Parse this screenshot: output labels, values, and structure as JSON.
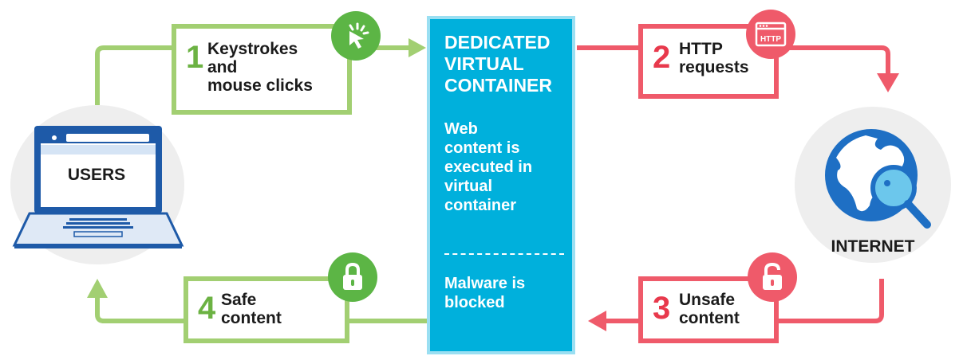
{
  "users": {
    "label": "USERS"
  },
  "internet": {
    "label": "INTERNET"
  },
  "container": {
    "title": "DEDICATED\nVIRTUAL\nCONTAINER",
    "description": "Web\ncontent is\nexecuted in\nvirtual\ncontainer",
    "blocked": "Malware is\nblocked"
  },
  "steps": [
    {
      "number": "1",
      "text": "Keystrokes\nand\nmouse clicks",
      "icon": "cursor-click-icon"
    },
    {
      "number": "2",
      "text": "HTTP\nrequests",
      "icon": "http-browser-icon",
      "icon_text": "HTTP"
    },
    {
      "number": "3",
      "text": "Unsafe\ncontent",
      "icon": "unlocked-padlock-icon"
    },
    {
      "number": "4",
      "text": "Safe\ncontent",
      "icon": "locked-padlock-icon"
    }
  ],
  "colors": {
    "safe": "#a2cf72",
    "safe_accent": "#5cb545",
    "unsafe": "#ef5a6a",
    "container": "#00b0dc",
    "container_border": "#9adff2"
  }
}
